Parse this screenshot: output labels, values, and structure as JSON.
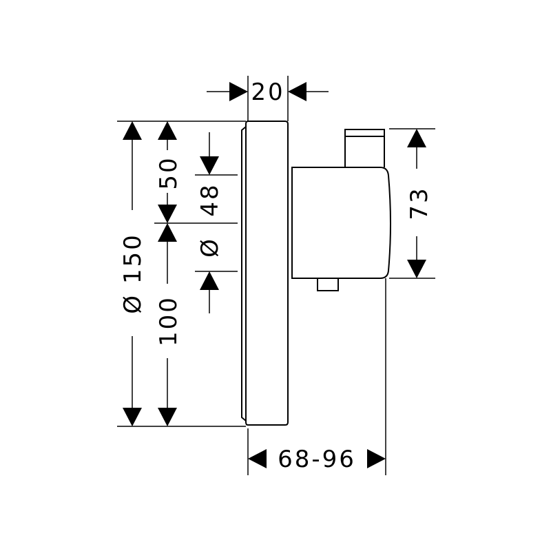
{
  "drawing": {
    "dimensions": {
      "cover_depth": "20",
      "overall_diameter": "Ø 150",
      "upper_offset": "50",
      "lower_offset": "100",
      "inner_diameter_value": "48",
      "inner_diameter_symbol": "Ø",
      "body_height": "73",
      "installation_depth": "68-96"
    }
  }
}
